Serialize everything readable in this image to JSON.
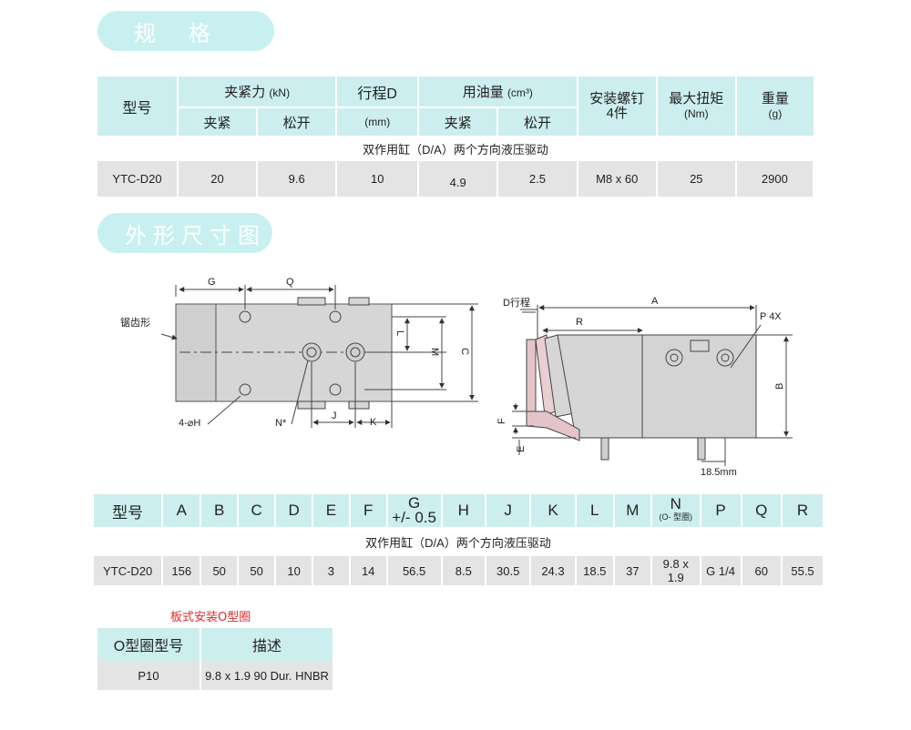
{
  "sections": {
    "spec_title": "规 格",
    "dim_title": "外形尺寸图"
  },
  "spec_table": {
    "model_header": "型号",
    "clamp_force": {
      "label": "夹紧力",
      "unit": "(kN)",
      "clamp": "夹紧",
      "release": "松开"
    },
    "stroke": {
      "label": "行程D",
      "unit": "(mm)"
    },
    "oil": {
      "label": "用油量",
      "unit": "(cm³)",
      "clamp": "夹紧",
      "release": "松开"
    },
    "screw": {
      "label": "安装螺钉",
      "sub": "4件"
    },
    "torque": {
      "label": "最大扭矩",
      "unit": "(Nm)"
    },
    "weight": {
      "label": "重量",
      "unit": "(g)"
    },
    "note": "双作用缸（D/A）两个方向液压驱动",
    "row": {
      "model": "YTC-D20",
      "clamp_force_clamp": "20",
      "clamp_force_release": "9.6",
      "stroke": "10",
      "oil_clamp": "4.9",
      "oil_release": "2.5",
      "screw": "M8 x 60",
      "torque": "25",
      "weight": "2900"
    }
  },
  "drawing": {
    "left": {
      "saw_label": "锯齿形",
      "G": "G",
      "Q": "Q",
      "L": "L",
      "M": "M",
      "C": "C",
      "J": "J",
      "K": "K",
      "hole": "4-⌀H",
      "N": "N*"
    },
    "right": {
      "D_label": "D行程",
      "A": "A",
      "R": "R",
      "P": "P 4X",
      "B": "B",
      "F": "F",
      "E": "E",
      "dim185": "18.5mm"
    }
  },
  "dim_table": {
    "headers": [
      "型号",
      "A",
      "B",
      "C",
      "D",
      "E",
      "F",
      "G",
      "H",
      "J",
      "K",
      "L",
      "M",
      "N",
      "P",
      "Q",
      "R"
    ],
    "g_sub": "+/- 0.5",
    "n_sub": "(O- 型圈)",
    "note": "双作用缸（D/A）两个方向液压驱动",
    "row": [
      "YTC-D20",
      "156",
      "50",
      "50",
      "10",
      "3",
      "14",
      "56.5",
      "8.5",
      "30.5",
      "24.3",
      "18.5",
      "37",
      "9.8 x 1.9",
      "G 1/4",
      "60",
      "55.5"
    ]
  },
  "oring": {
    "title": "板式安装O型圈",
    "headers": [
      "O型圈型号",
      "描述"
    ],
    "row": {
      "model": "P10",
      "desc": "9.8 x 1.9  90 Dur. HNBR"
    }
  },
  "colors": {
    "header_bg": "#cdeeee",
    "pill_bg": "#c9f0f0",
    "row_bg": "#e4e4e4",
    "accent_red": "#e2282a"
  }
}
